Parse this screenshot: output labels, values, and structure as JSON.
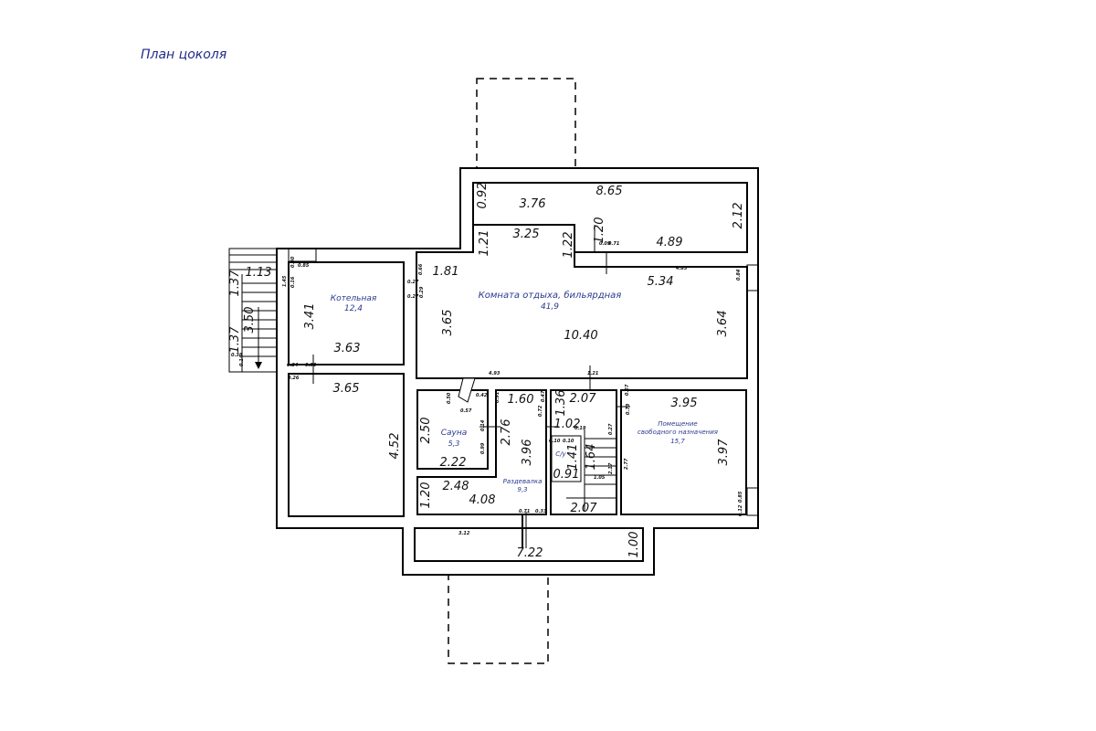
{
  "title": "План цоколя",
  "rooms": {
    "boiler": {
      "name": "Котельная",
      "area": "12,4"
    },
    "lounge": {
      "name": "Комната отдыха, бильярдная",
      "area": "41,9"
    },
    "sauna": {
      "name": "Сауна",
      "area": "5,3"
    },
    "changing": {
      "name": "Раздевалка",
      "area": "9,3"
    },
    "wc": {
      "name": "С/у"
    },
    "free": {
      "name_line1": "Помещение",
      "name_line2": "свободного назначения",
      "area": "15,7"
    }
  },
  "dims": {
    "top_092": "0.92",
    "top_376": "3.76",
    "top_865": "8.65",
    "top_212": "2.12",
    "top_120": "1.20",
    "top_489": "4.89",
    "top_009": "0.09",
    "top_071": "0.71",
    "l_121": "1.21",
    "l_325": "3.25",
    "l_122": "1.22",
    "l_181": "1.81",
    "l_534": "5.34",
    "l_483": "4.83",
    "l_084": "0.84",
    "l_365": "3.65",
    "l_1040": "10.40",
    "l_364": "3.64",
    "l_493": "4.93",
    "l_121b": "1.21",
    "b_113": "1.13",
    "b_137a": "1.37",
    "b_137b": "1.37",
    "b_350": "3.50",
    "b_145": "1.45",
    "b_016": "0.16",
    "b_085": "0.85",
    "b_030": "0.30",
    "b_341": "3.41",
    "b_363": "3.63",
    "b_038": "0.38",
    "b_014": "0.14",
    "b_066": "0.66",
    "b_027": "0.27",
    "b_029": "0.29",
    "b_027b": "0.27",
    "s_024": "0.24",
    "s_090": "0.90",
    "s_026": "0.26",
    "s_365": "3.65",
    "s_452": "4.52",
    "sa_250": "2.50",
    "sa_222": "2.22",
    "sa_050": "0.50",
    "sa_057": "0.57",
    "sa_042": "0.42",
    "c_160": "1.60",
    "c_276": "2.76",
    "c_396": "3.96",
    "c_248": "2.48",
    "c_408": "4.08",
    "c_120": "1.20",
    "c_091": "0.91",
    "c_014": "0.14",
    "c_099": "0.99",
    "c_071": "0.71",
    "c_033": "0.33",
    "c_072": "0.72",
    "c_047": "0.47",
    "w_207": "2.07",
    "w_136": "1.36",
    "w_102": "1.02",
    "w_141": "1.41",
    "w_164": "1.64",
    "w_091": "0.91",
    "w_207b": "2.07",
    "w_010": "0.10",
    "w_010b": "0.10",
    "w_019": "0.19",
    "w_217": "2.17",
    "w_105": "1.05",
    "w_027": "0.27",
    "f_395": "3.95",
    "f_397": "3.97",
    "f_073": "0.73",
    "f_027": "0.27",
    "f_277": "2.77",
    "f_012": "0.12",
    "f_085": "0.85",
    "bot_312": "3.12",
    "bot_722": "7.22",
    "bot_100": "1.00"
  }
}
